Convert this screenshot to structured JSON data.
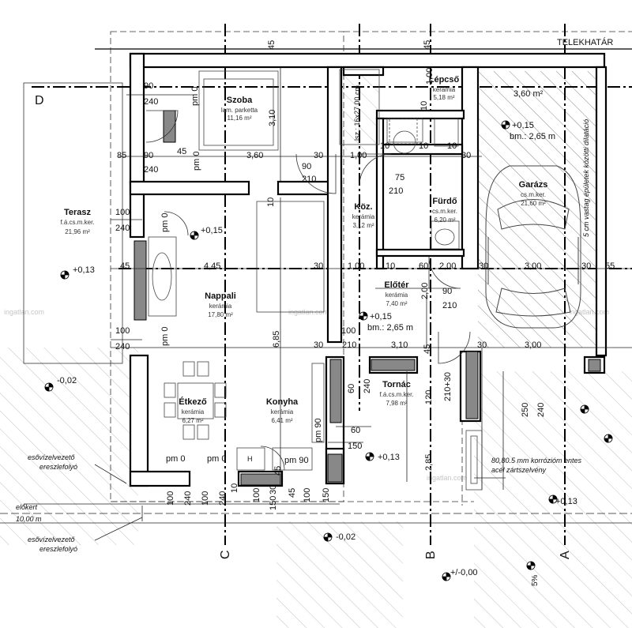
{
  "header": {
    "label": "TELEKHATÁR"
  },
  "axes": {
    "D": "D",
    "C": "C",
    "B": "B",
    "A": "A"
  },
  "rooms": {
    "szoba": {
      "name": "Szoba",
      "floor": "lam. parketta",
      "area": "11,16 m²"
    },
    "lepcso": {
      "name": "Lépcső",
      "floor": "kerámia",
      "area": "5,18 m²"
    },
    "terasz": {
      "name": "Terasz",
      "floor": "f.á.cs.m.ker.",
      "area": "21,96 m²"
    },
    "koz": {
      "name": "Köz.",
      "floor": "kerámia",
      "area": "3,12 m²"
    },
    "furdo": {
      "name": "Fürdő",
      "floor": "cs.m.ker.",
      "area": "6,20 m²"
    },
    "garazs": {
      "name": "Garázs",
      "floor": "cs.m.ker.",
      "area": "21,60 m²"
    },
    "nappali": {
      "name": "Nappali",
      "floor": "kerámia",
      "area": "17,80 m²"
    },
    "eloter": {
      "name": "Előtér",
      "floor": "kerámia",
      "area": "7,40 m²"
    },
    "etkezo": {
      "name": "Étkező",
      "floor": "kerámia",
      "area": "6,27 m²"
    },
    "konyha": {
      "name": "Konyha",
      "floor": "kerámia",
      "area": "6,41 m²"
    },
    "tornac": {
      "name": "Tornác",
      "floor": "f.á.cs.m.ker.",
      "area": "7,98 m²"
    }
  },
  "levels": {
    "l015_nappali": "+0,15",
    "l013_terasz": "+0,13",
    "l002_left": "-0,02",
    "l015_garazs": "+0,15",
    "bm_garazs": "bm.: 2,65 m",
    "l015_eloter": "+0,15",
    "bm_eloter": "bm.: 2,65 m",
    "l013_tornac": "+0,13",
    "l013_right": "+0,13",
    "l000": "+/-0,00",
    "l002_bottom": "-0,02"
  },
  "notes": {
    "downpipe1": "esővízelvezető",
    "gutter1": "ereszlefolyó",
    "downpipe2": "esővízelvezető",
    "gutter2": "ereszlefolyó",
    "front_garden": "előkert",
    "front_garden_dim": "10,00 m",
    "steel_line1": "80,80.5 mm korrózióm entes",
    "steel_line2": "acél zártszelvény",
    "dilatation": "5 cm vastag épületek közötti dilatáció",
    "slope": "5%",
    "stair": "lsz.: 16x27,00 cm",
    "label_h": "H",
    "area_top_right": "3,60 m²",
    "wm": "ingatlan.com"
  },
  "dims": {
    "d45_top": "45",
    "d45_top2": "45",
    "d90_a": "90",
    "d240_a": "240",
    "d310_szoba": "3,10",
    "pm0_a": "pm 0",
    "d85": "85",
    "d90_b": "90",
    "d45_b": "45",
    "d360": "3,60",
    "d30_a": "30",
    "d100_a": "1,00",
    "d10_a": "10",
    "d10_b": "10",
    "d10_c": "10",
    "d30_b": "30",
    "d240_b": "240",
    "pm0_b": "pm 0",
    "d90_c": "90",
    "d210_a": "210",
    "d75": "75",
    "d210_b": "210",
    "d100_b": "1,00",
    "d10_top": "10",
    "d100_terasz": "100",
    "d240_terasz": "240",
    "pm0_c": "pm 0",
    "d10_d": "10",
    "d45_c": "45",
    "d445": "4,45",
    "d30_c": "30",
    "d100_c": "1,00",
    "d10_e": "10",
    "d60_a": "60",
    "d200_a": "2,00",
    "d30_d": "30",
    "d300_a": "3,00",
    "d30_e": "30",
    "d55": "55",
    "d200_b": "2,00",
    "d90_d": "90",
    "d210_c": "210",
    "d100_d": "100",
    "d240_c": "240",
    "pm0_d": "pm 0",
    "d685": "6,85",
    "d100_e": "100",
    "d30_f": "30",
    "d210_d": "210",
    "d310_b": "3,10",
    "d45_d": "45",
    "d30_g": "30",
    "d300_b": "3,00",
    "d60_b": "60",
    "d240_d": "240",
    "d210_30": "210+30",
    "d250": "250",
    "d240_e": "240",
    "d120": "120",
    "pm90_a": "pm 90",
    "d60_c": "60",
    "d150_a": "150",
    "pm0_e": "pm 0",
    "pm0_f": "pm 0",
    "pm90_b": "pm 90",
    "d285": "2,85",
    "d45_e": "45",
    "b100_a": "100",
    "b240_a": "240",
    "b100_b": "100",
    "b240_b": "240",
    "b30": "30",
    "b45": "45",
    "b100_c": "100",
    "b150_a": "150",
    "b150_b": "150",
    "b10": "10",
    "b100_d": "100"
  }
}
